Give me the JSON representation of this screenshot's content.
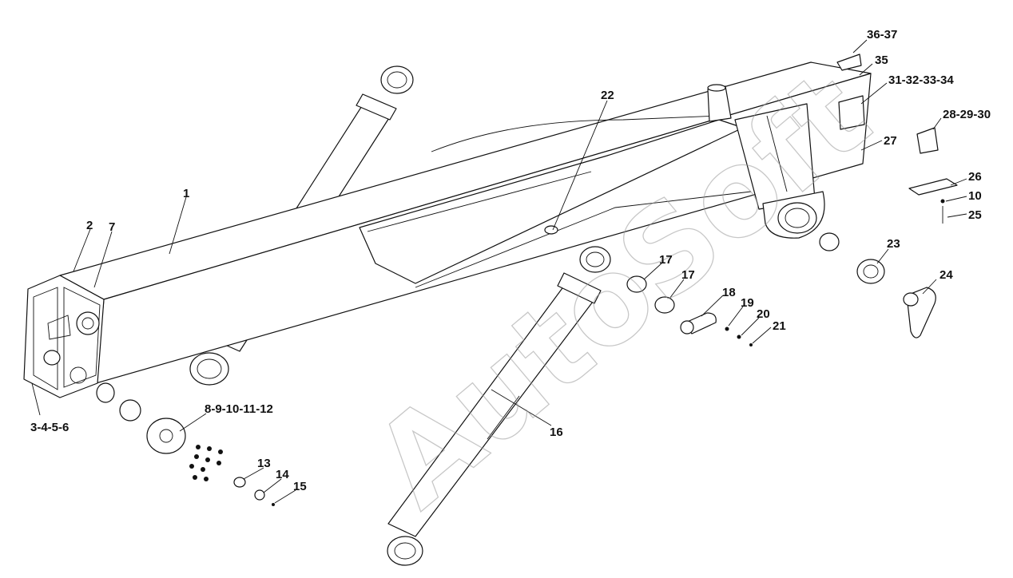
{
  "watermark": "AutoSoft",
  "callouts": {
    "c1": "1",
    "c2": "2",
    "c7": "7",
    "c3_6": "3-4-5-6",
    "c8_12": "8-9-10-11-12",
    "c13": "13",
    "c14": "14",
    "c15": "15",
    "c16": "16",
    "c17a": "17",
    "c17b": "17",
    "c18": "18",
    "c19": "19",
    "c20": "20",
    "c21": "21",
    "c22": "22",
    "c23": "23",
    "c24": "24",
    "c25": "25",
    "c26": "26",
    "c10": "10",
    "c27": "27",
    "c28_30": "28-29-30",
    "c31_34": "31-32-33-34",
    "c35": "35",
    "c36_37": "36-37"
  }
}
